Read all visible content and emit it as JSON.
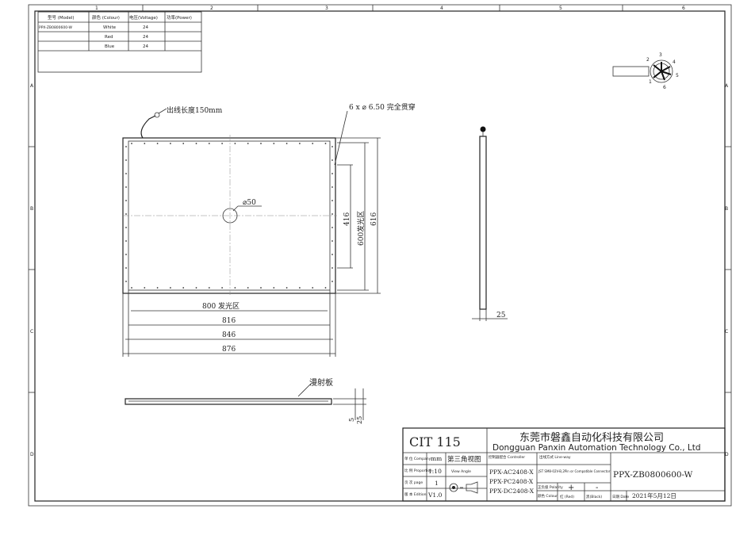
{
  "ruler": {
    "cols": [
      "1",
      "2",
      "3",
      "4",
      "5",
      "6"
    ],
    "rows": [
      "A",
      "B",
      "C",
      "D"
    ]
  },
  "spec_table": {
    "headers": [
      "型号 (Model)",
      "颜色 (Colour)",
      "电压(Voltage)",
      "功率(Power)"
    ],
    "rows": [
      [
        "PPX-ZB0800600-W",
        "White",
        "24",
        ""
      ],
      [
        "",
        "Red",
        "24",
        ""
      ],
      [
        "",
        "Blue",
        "24",
        ""
      ]
    ]
  },
  "connector_pins": [
    "1",
    "2",
    "3",
    "4",
    "5",
    "6"
  ],
  "annotations": {
    "cable_length": "出线长度150mm",
    "holes": "6 x ⌀ 6.50 完全贯穿",
    "center_hole": "⌀50",
    "diffuser": "漫射板"
  },
  "dimensions": {
    "width_emit": "800 发光区",
    "w816": "816",
    "w846": "846",
    "w876": "876",
    "h416": "416",
    "h600": "600发光区",
    "h616": "616",
    "thickness": "25",
    "side_5": "5",
    "side_25": "25"
  },
  "title_block": {
    "code": "CIT 115",
    "company_cn": "东莞市磐鑫自动化科技有限公司",
    "company_en": "Dongguan Panxin Automation Technology Co., Ltd",
    "unit_label": "单 位 Company",
    "unit_value": "mm",
    "scale_label": "比 例 Proportion",
    "scale_value": "1:10",
    "page_label": "页 次 page",
    "page_value": "1",
    "edition_label": "版 本 Edition",
    "edition_value": "V1.0",
    "projection": "第三角视图",
    "view_angle": "View Angle",
    "controller_label": "控制器配合 Controller",
    "controllers": [
      "PPX-AC2408-X",
      "PPX-PC2408-X",
      "PPX-DC2408-X"
    ],
    "lineway_label": "出线方式 Line-way",
    "lineway_value": "JST SM8-02V-B,2Pin or Compatible Connector",
    "polarity_label": "正负极 Polarity",
    "plus": "+",
    "minus": "-",
    "colour_label": "颜色 Colour",
    "red": "红 (Red)",
    "black": "黑(Black)",
    "part_number": "PPX-ZB0800600-W",
    "date_label": "日期 Date",
    "date_value": "2021年5月12日"
  }
}
